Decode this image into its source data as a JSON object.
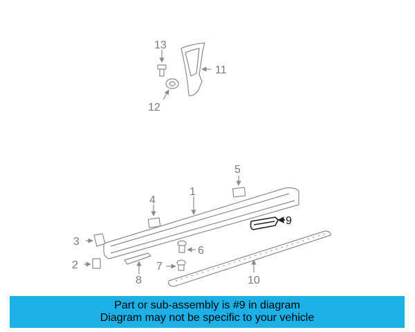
{
  "callouts": {
    "c1": "1",
    "c2": "2",
    "c3": "3",
    "c4": "4",
    "c5": "5",
    "c6": "6",
    "c7": "7",
    "c8": "8",
    "c9": "9",
    "c10": "10",
    "c11": "11",
    "c12": "12",
    "c13": "13"
  },
  "banner": {
    "line1": "Part or sub-assembly is #9 in diagram",
    "line2": "Diagram may not be specific to your vehicle"
  },
  "colors": {
    "banner_bg": "#1cb0e6",
    "highlight_part": "#222222",
    "other_parts": "#8a8a8a"
  }
}
